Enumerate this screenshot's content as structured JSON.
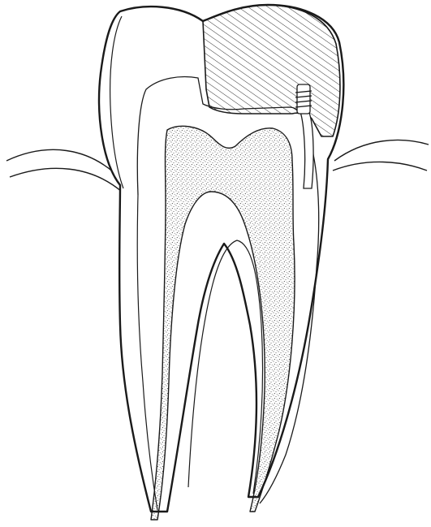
{
  "figure": {
    "subject": "tooth-cross-section",
    "colors": {
      "background": "#ffffff",
      "line": "#1a1a1a",
      "pulp_dots": "#333333"
    },
    "parts": {
      "enamel_crown": "enamel-crown",
      "dentin": "dentin",
      "pulp_chamber": "pulp-chamber",
      "root_canals": "root-canals",
      "restoration_filling": "restoration-filling",
      "pin": "retention-pin",
      "gum_tissue": "gum-tissue"
    }
  }
}
